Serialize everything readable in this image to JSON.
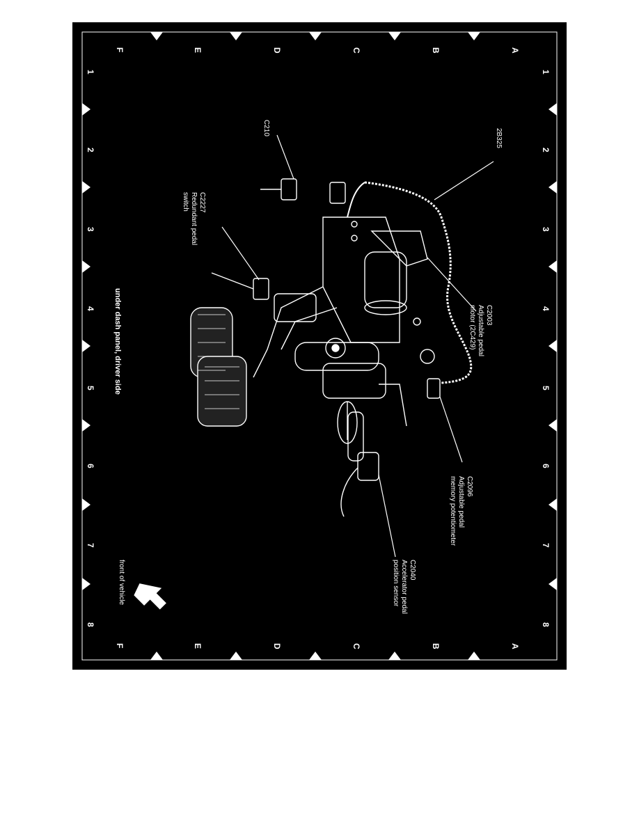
{
  "diagram": {
    "title": "under dash panel, driver side",
    "orientation_note": "front of vehicle",
    "colors": {
      "background": "#000000",
      "foreground": "#ffffff",
      "page": "#ffffff"
    },
    "grid": {
      "columns": [
        "1",
        "2",
        "3",
        "4",
        "5",
        "6",
        "7",
        "8"
      ],
      "rows": [
        "A",
        "B",
        "C",
        "D",
        "E",
        "F"
      ]
    },
    "callouts": {
      "c2b325": {
        "lines": [
          "2B325"
        ]
      },
      "c210": {
        "lines": [
          "C210"
        ]
      },
      "c2227": {
        "lines": [
          "C2227",
          "Redundant pedal",
          "switch"
        ]
      },
      "c2003": {
        "lines": [
          "C2003",
          "Adjustable pedal",
          "motor (2C429)"
        ]
      },
      "c2096": {
        "lines": [
          "C2096",
          "Adjustable pedal",
          "memory potentiometer"
        ]
      },
      "c2040": {
        "lines": [
          "C2040",
          "Accelerator pedal",
          "position sensor"
        ]
      }
    },
    "icons": {
      "arrow": "front-arrow-icon"
    }
  }
}
